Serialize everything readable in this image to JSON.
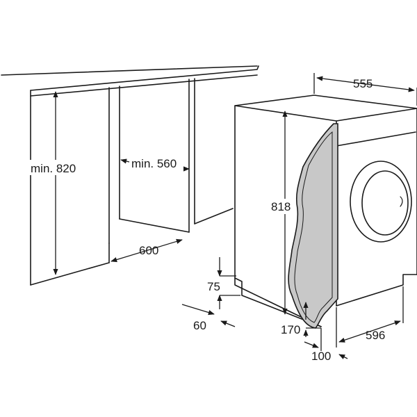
{
  "dimensions": {
    "depth_top": "555",
    "niche_height": "min. 820",
    "niche_width": "min. 560",
    "cabinet_depth": "600",
    "machine_height": "818",
    "plinth_height": "75",
    "plinth_depth": "60",
    "door_bottom": "170",
    "depth_total": "596",
    "door_offset": "100"
  },
  "colors": {
    "line": "#1a1a1a",
    "door_fill": "#c8c8c8",
    "background": "#ffffff"
  }
}
